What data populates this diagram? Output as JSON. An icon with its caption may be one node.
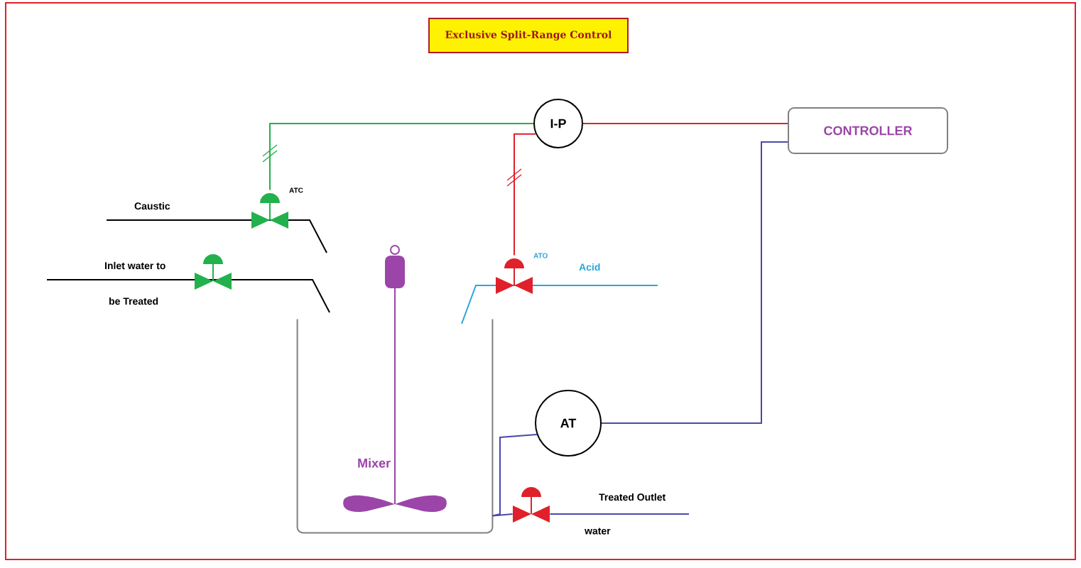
{
  "diagram": {
    "title": "Exclusive Split-Range Control",
    "nodes": [
      {
        "text": [
          "I-P"
        ]
      },
      {
        "text": [
          "CONTROLLER"
        ]
      },
      {
        "text": [
          "AT"
        ]
      },
      {
        "text": [],
        "shape": "valve",
        "beside": [
          "ATC"
        ]
      },
      {
        "text": [],
        "shape": "valve"
      },
      {
        "text": [],
        "shape": "valve",
        "beside": [
          "ATO"
        ]
      },
      {
        "text": [],
        "shape": "valve"
      },
      {
        "text": [],
        "shape": "tank"
      }
    ],
    "edges": [
      {
        "from": 0,
        "to": 3,
        "arrow": "none",
        "color": "#22b14c"
      },
      {
        "from": 0,
        "to": 5,
        "arrow": "none",
        "color": "#e0202a"
      },
      {
        "from": 1,
        "to": 0,
        "arrow": "none",
        "color": "#e0202a"
      },
      {
        "from": 2,
        "to": 1,
        "arrow": "none",
        "color": "#4a4aa8"
      },
      {
        "from": 7,
        "to": 2,
        "arrow": "none",
        "color": "#4a4aa8"
      },
      {
        "from": 7,
        "to": 6,
        "arrow": "none",
        "color": "#4a4aa8"
      },
      {
        "from": 6,
        "to": null,
        "arrow": "none",
        "color": "#4a4aa8"
      }
    ],
    "labels": [
      "Caustic",
      "Inlet water to",
      "be Treated",
      "Acid",
      "Mixer",
      "Treated Outlet",
      "water"
    ]
  }
}
